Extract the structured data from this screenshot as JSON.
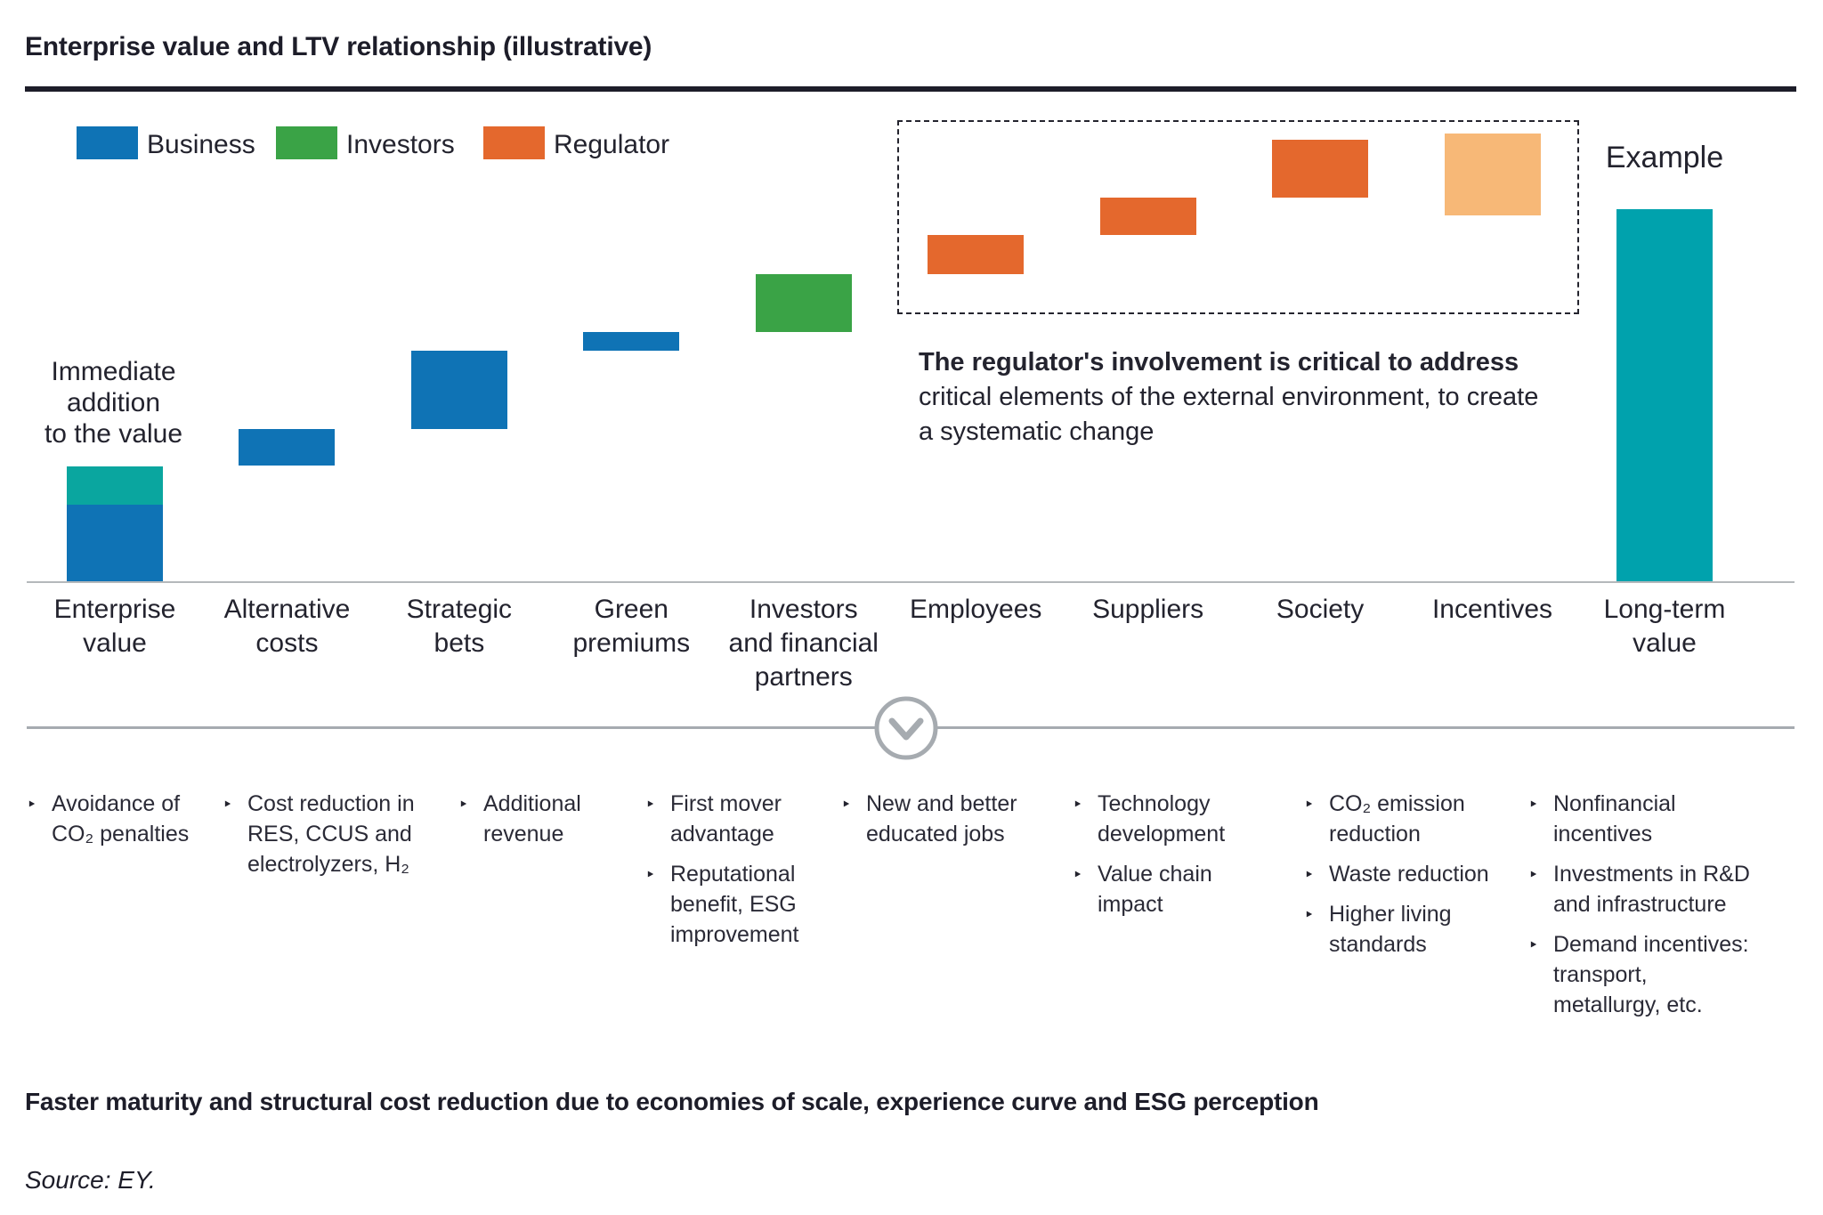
{
  "title": "Enterprise value and LTV relationship (illustrative)",
  "legend": [
    {
      "label": "Business",
      "color": "#0f73b5"
    },
    {
      "label": "Investors",
      "color": "#3aa346"
    },
    {
      "label": "Regulator",
      "color": "#e4682d"
    }
  ],
  "colors": {
    "business": "#0f73b5",
    "investors": "#3aa346",
    "regulator": "#e4682d",
    "regulator_light": "#f7b877",
    "value": "#00a2ad",
    "value_dark": "#0aa69f",
    "text": "#23232e",
    "grid": "#b4b8bb",
    "divider": "#a6abb0"
  },
  "annotations": {
    "immediate": "Immediate\naddition\nto the value",
    "example": "Example",
    "regulator_bold": "The regulator's involvement is critical to address",
    "regulator_rest": "critical elements of the external environment, to create a systematic change",
    "bullet_glyph": "‣"
  },
  "chart_data": {
    "type": "waterfall",
    "title": "Enterprise value and LTV relationship (illustrative)",
    "value_axis": "none shown (illustrative heights, arbitrary units ~ pixels above baseline)",
    "legend_entries": [
      "Business",
      "Investors",
      "Regulator"
    ],
    "categories": [
      "Enterprise value",
      "Alternative costs",
      "Strategic bets",
      "Green premiums",
      "Investors and financial partners",
      "Employees",
      "Suppliers",
      "Society",
      "Incentives",
      "Long-term value"
    ],
    "axis_labels_multiline": [
      "Enterprise\nvalue",
      "Alternative\ncosts",
      "Strategic\nbets",
      "Green\npremiums",
      "Investors\nand financial\npartners",
      "Employees",
      "Suppliers",
      "Society",
      "Incentives",
      "Long-term\nvalue"
    ],
    "bars": [
      {
        "name": "Enterprise value",
        "role": "absolute",
        "segments": [
          {
            "group": "business",
            "from": 0,
            "to": 87
          },
          {
            "group": "value_dark",
            "from": 87,
            "to": 130,
            "note": "Immediate addition to the value"
          }
        ]
      },
      {
        "name": "Alternative costs",
        "role": "increment",
        "segments": [
          {
            "group": "business",
            "from": 131,
            "to": 172
          }
        ]
      },
      {
        "name": "Strategic bets",
        "role": "increment",
        "segments": [
          {
            "group": "business",
            "from": 172,
            "to": 260
          }
        ]
      },
      {
        "name": "Green premiums",
        "role": "increment",
        "segments": [
          {
            "group": "business",
            "from": 260,
            "to": 281
          }
        ]
      },
      {
        "name": "Investors and financial partners",
        "role": "increment",
        "segments": [
          {
            "group": "investors",
            "from": 281,
            "to": 346
          }
        ]
      },
      {
        "name": "Employees",
        "role": "increment",
        "segments": [
          {
            "group": "regulator",
            "from": 346,
            "to": 390
          }
        ]
      },
      {
        "name": "Suppliers",
        "role": "increment",
        "segments": [
          {
            "group": "regulator",
            "from": 390,
            "to": 432
          }
        ]
      },
      {
        "name": "Society",
        "role": "increment",
        "segments": [
          {
            "group": "regulator",
            "from": 432,
            "to": 497
          }
        ]
      },
      {
        "name": "Incentives",
        "role": "increment",
        "segments": [
          {
            "group": "regulator_light",
            "from": 412,
            "to": 504
          }
        ]
      },
      {
        "name": "Long-term value",
        "role": "absolute",
        "segments": [
          {
            "group": "value",
            "from": 0,
            "to": 419
          }
        ]
      }
    ],
    "grouping_note": "Employees, Suppliers, Society and Incentives are enclosed in a dashed box labelled with the regulator comment"
  },
  "bullet_groups": [
    {
      "category": "Enterprise value",
      "items": [
        "Avoidance of CO₂ penalties"
      ]
    },
    {
      "category": "Alternative costs",
      "items": [
        "Cost reduction in RES, CCUS and electrolyzers, H₂"
      ]
    },
    {
      "category": "Strategic bets",
      "items": [
        "Additional revenue"
      ]
    },
    {
      "category": "Green premiums",
      "items": [
        "First mover advantage",
        "Reputational benefit,  ESG improvement"
      ]
    },
    {
      "category": "Employees",
      "items": [
        "New and better educated jobs"
      ]
    },
    {
      "category": "Suppliers",
      "items": [
        "Technology development",
        "Value chain impact"
      ]
    },
    {
      "category": "Society",
      "items": [
        "CO₂ emission reduction",
        "Waste reduction",
        "Higher living standards"
      ]
    },
    {
      "category": "Incentives",
      "items": [
        "Nonfinancial incentives",
        "Investments in R&D and infrastructure",
        "Demand incentives: transport, metallurgy, etc."
      ]
    }
  ],
  "takeaway": "Faster maturity and structural cost reduction due to economies of scale, experience curve and ESG perception",
  "source": "Source: EY."
}
